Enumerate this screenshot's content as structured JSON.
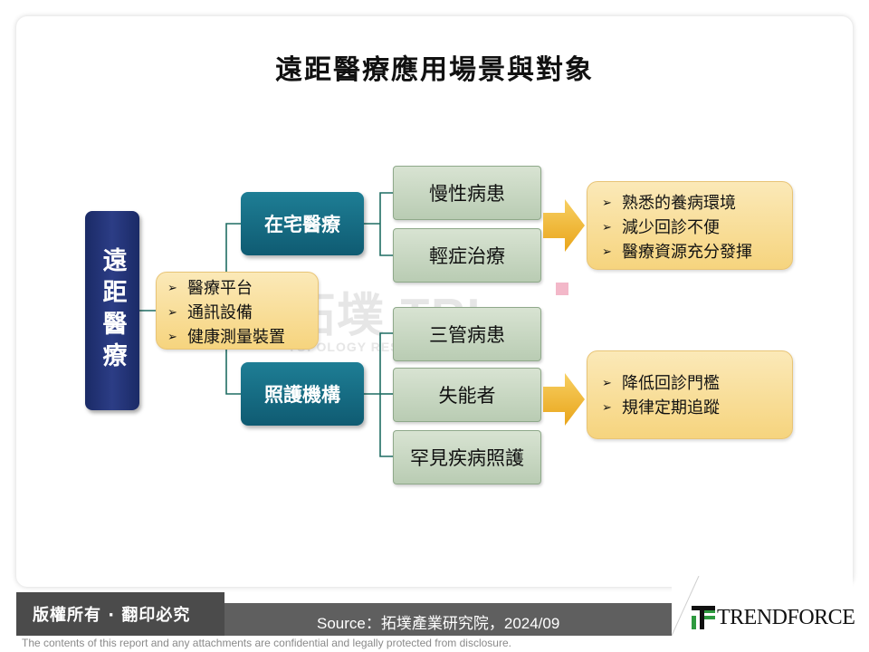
{
  "title": "遠距醫療應用場景與對象",
  "root": {
    "label": "遠距醫療"
  },
  "equipment": {
    "items": [
      "醫療平台",
      "通訊設備",
      "健康測量裝置"
    ]
  },
  "branches": [
    {
      "label": "在宅醫療",
      "targets": [
        "慢性病患",
        "輕症治療"
      ],
      "benefits": [
        "熟悉的養病環境",
        "減少回診不便",
        "醫療資源充分發揮"
      ]
    },
    {
      "label": "照護機構",
      "targets": [
        "三管病患",
        "失能者",
        "罕見疾病照護"
      ],
      "benefits": [
        "降低回診門檻",
        "規律定期追蹤"
      ]
    }
  ],
  "watermark": {
    "main": "拓墣 TRI",
    "sub": "TOPOLOGY RESEARCH INSTITUTE"
  },
  "footer": {
    "copyright": "版權所有 · 翻印必究",
    "source": "Source：拓墣產業研究院，2024/09",
    "logo": "TRENDFORCE",
    "disclaimer": "The contents of this report and any attachments are confidential and legally protected from disclosure."
  },
  "colors": {
    "root": "#1f2f70",
    "branch": "#15677f",
    "leaf": "#c7d6c1",
    "bubble": "#f8dc92",
    "arrow": "#f0b52a"
  },
  "icons": {
    "bullet": "arrowhead-bullet-icon",
    "flow": "block-arrow-icon"
  }
}
